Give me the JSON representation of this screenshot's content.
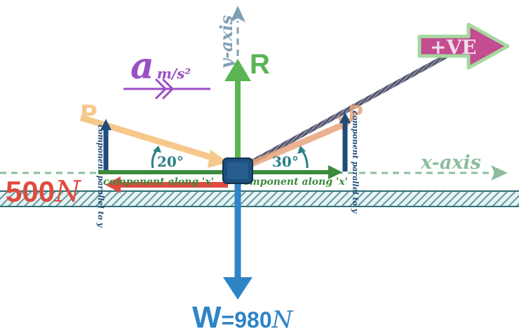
{
  "labels": {
    "y_axis": "y-axis",
    "x_axis": "x-axis",
    "reaction": "R",
    "acceleration_symbol": "a",
    "acceleration_unit": "m/s²",
    "positive_direction": "+VE",
    "left_pull_symbol": "P",
    "right_pull_symbol": "P",
    "left_angle": "20°",
    "right_angle": "30°",
    "left_component_x": "component along 'x'",
    "right_component_x": "component along 'x'",
    "left_component_perp": "component parallel to y",
    "right_component_perp": "component parallel to y",
    "friction_value": "500",
    "friction_unit": "N",
    "weight_symbol": "W",
    "weight_value": "=980",
    "weight_unit": "N"
  },
  "colors": {
    "y_axis": "#7f9fb3",
    "x_axis": "#8dbd9c",
    "reaction": "#5bb553",
    "weight": "#2f84c6",
    "acceleration": "#9b4fc4",
    "positive_arrow": "#c44c91",
    "positive_arrow_outline": "#a6d8a0",
    "left_pull": "#f7c88c",
    "right_pull": "#e8a57d",
    "angle": "#2a7f86",
    "component_x": "#3c8a3c",
    "component_perp": "#1f4d7a",
    "friction": "#e04a3f",
    "ground": "#5c9aa0",
    "block": "#1e4f7c",
    "rope": "#55566a"
  }
}
